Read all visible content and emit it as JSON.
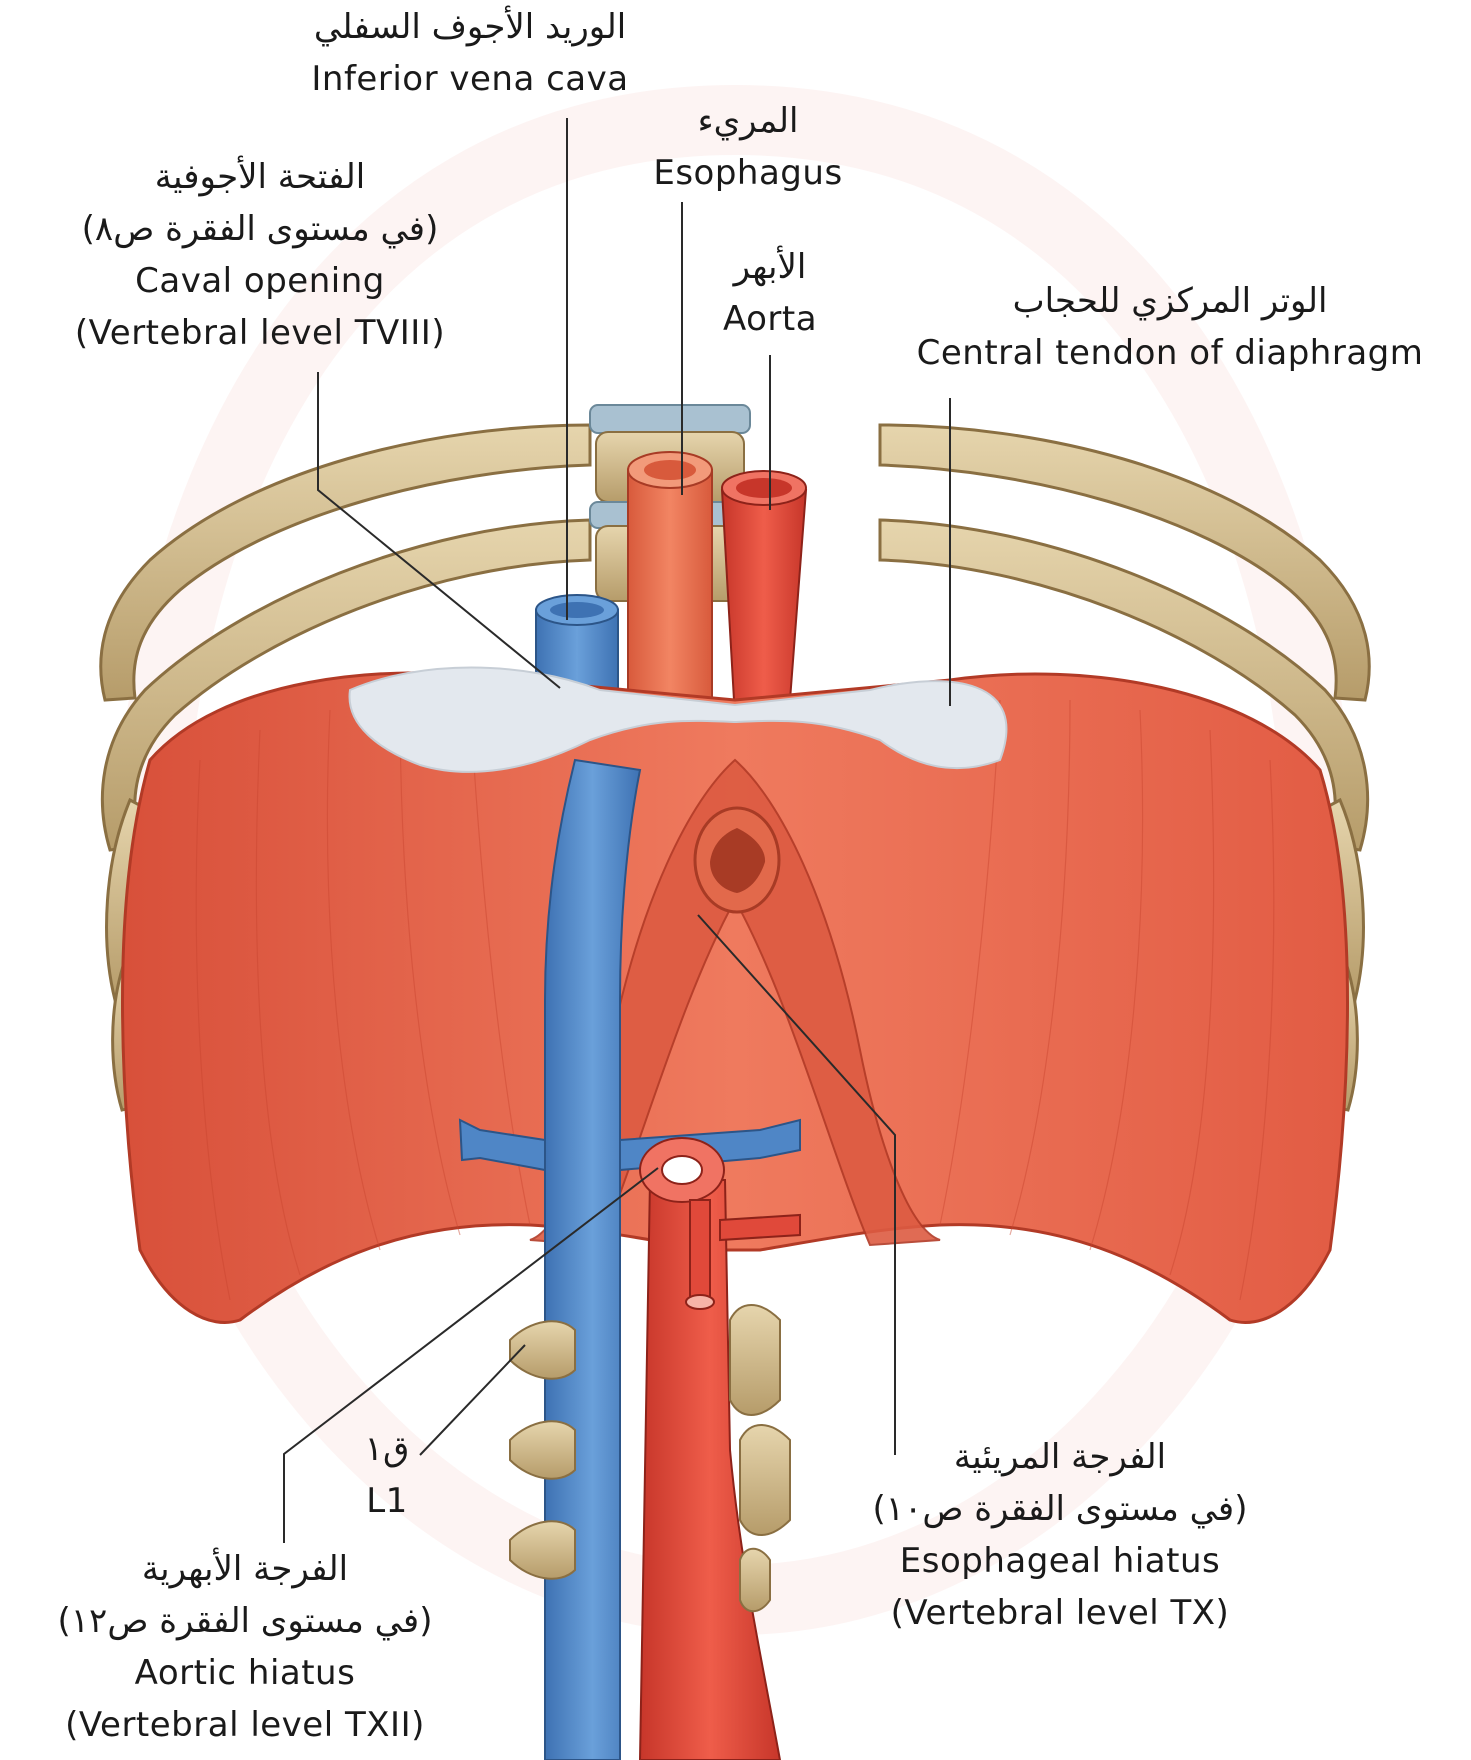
{
  "labels": {
    "ivc": {
      "ar": "الوريد الأجوف السفلي",
      "en": "Inferior vena cava"
    },
    "esophagus": {
      "ar": "المريء",
      "en": "Esophagus"
    },
    "aorta": {
      "ar": "الأبهر",
      "en": "Aorta"
    },
    "caval": {
      "ar": "الفتحة الأجوفية",
      "ar2": "(في مستوى الفقرة ص٨)",
      "en": "Caval opening",
      "en2": "(Vertebral level TVIII)"
    },
    "tendon": {
      "ar": "الوتر المركزي للحجاب",
      "en": "Central tendon of diaphragm"
    },
    "esohiatus": {
      "ar": "الفرجة المريئية",
      "ar2": "(في مستوى الفقرة ص١٠)",
      "en": "Esophageal hiatus",
      "en2": "(Vertebral level TX)"
    },
    "aortic": {
      "ar": "الفرجة الأبهرية",
      "ar2": "(في مستوى الفقرة ص١٢)",
      "en": "Aortic hiatus",
      "en2": "(Vertebral level TXII)"
    },
    "l1": {
      "ar": "ق١",
      "en": "L1"
    }
  },
  "colors": {
    "muscle": "#e8664c",
    "muscle_dark": "#c9452f",
    "tendon": "#dfe4ea",
    "vein": "#4f86c6",
    "artery": "#e0493a",
    "bone": "#d9c497",
    "leader": "#2a2a2a"
  }
}
